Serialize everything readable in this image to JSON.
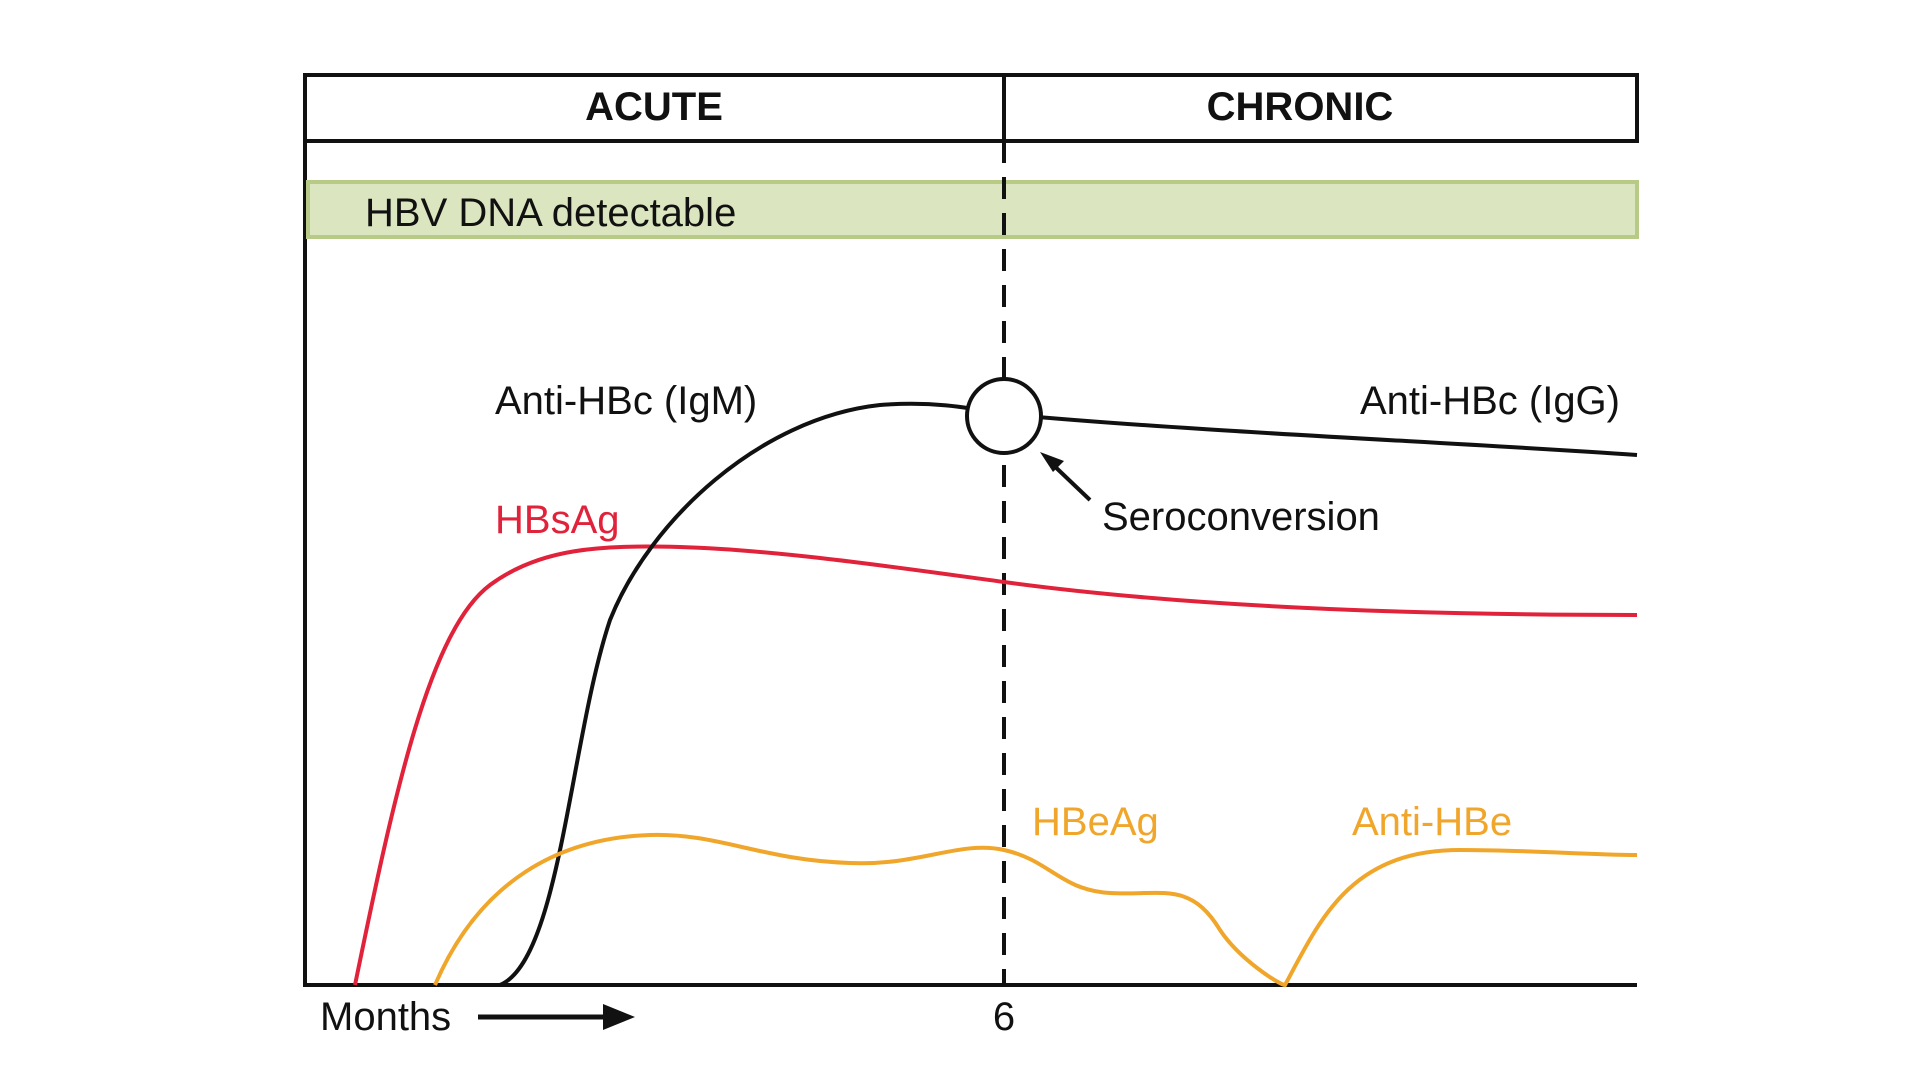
{
  "phases": {
    "acute": "ACUTE",
    "chronic": "CHRONIC"
  },
  "band": {
    "label": "HBV DNA detectable",
    "fill_color": "#dbe5bf",
    "border_color": "#b7cb86"
  },
  "curves": {
    "anti_hbc_igm": {
      "label": "Anti-HBc (IgM)",
      "color": "#111111"
    },
    "anti_hbc_igg": {
      "label": "Anti-HBc (IgG)",
      "color": "#111111"
    },
    "hbsag": {
      "label": "HBsAg",
      "color": "#e0223a"
    },
    "hbeag": {
      "label": "HBeAg",
      "color": "#f0a62a"
    },
    "anti_hbe": {
      "label": "Anti-HBe",
      "color": "#f0a62a"
    }
  },
  "seroconversion": {
    "label": "Seroconversion"
  },
  "axis": {
    "months_label": "Months",
    "tick_six": "6"
  }
}
